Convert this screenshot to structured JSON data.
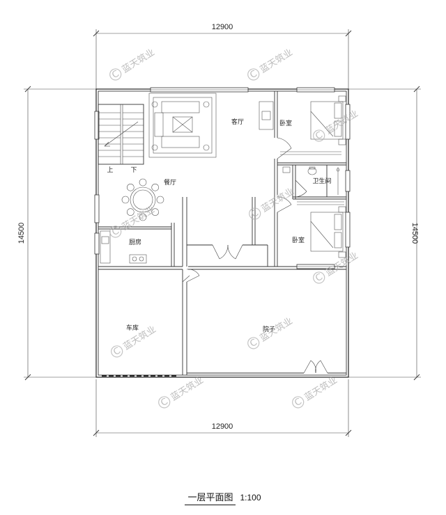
{
  "dimensions": {
    "top": "12900",
    "bottom": "12900",
    "left": "14500",
    "right": "14500"
  },
  "rooms": {
    "living_room": "客厅",
    "bedroom_upper": "卧室",
    "bathroom": "卫生间",
    "dining": "餐厅",
    "kitchen": "厨房",
    "bedroom_lower": "卧室",
    "garage": "车库",
    "courtyard": "院子"
  },
  "stairs": {
    "up": "上",
    "down": "下"
  },
  "watermark": {
    "brand": "蓝天筑业",
    "logo_letter": "C"
  },
  "caption": {
    "title": "一层平面图",
    "scale": "1:100"
  }
}
